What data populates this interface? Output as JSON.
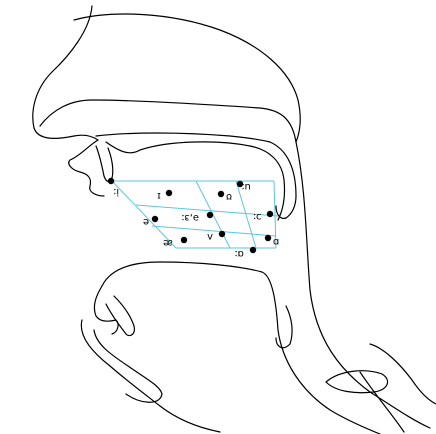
{
  "colors": {
    "outline": "#000000",
    "grid": "#5bc6de",
    "dot": "#000000"
  },
  "vowels": [
    {
      "symbol": "iː",
      "label_rotated": true
    },
    {
      "symbol": "ɪ",
      "label_rotated": true
    },
    {
      "symbol": "e",
      "label_rotated": true
    },
    {
      "symbol": "æ",
      "label_rotated": true
    },
    {
      "symbol": "ə,ɜː",
      "label_rotated": true
    },
    {
      "symbol": "ʌ",
      "label_rotated": true
    },
    {
      "symbol": "ʊ",
      "label_rotated": true
    },
    {
      "symbol": "uː",
      "label_rotated": true
    },
    {
      "symbol": "ɔː",
      "label_rotated": true
    },
    {
      "symbol": "ɒ",
      "label_rotated": true
    },
    {
      "symbol": "ɑː",
      "label_rotated": true
    }
  ]
}
